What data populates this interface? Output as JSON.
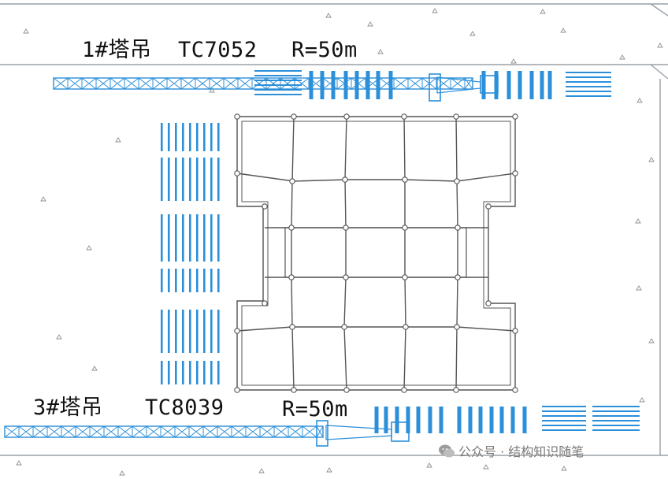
{
  "crane1": {
    "name": "1#塔吊",
    "model": "TC7052",
    "radius": "R=50m"
  },
  "crane3": {
    "name": "3#塔吊",
    "model": "TC8039",
    "radius": "R=50m"
  },
  "watermark": {
    "text": "公众号 · 结构知识随笔",
    "icon": "wechat-icon"
  },
  "colors": {
    "crane": "#2b8fd9",
    "structure": "#555555",
    "boundary": "#9aa0a6",
    "text": "#111111"
  }
}
